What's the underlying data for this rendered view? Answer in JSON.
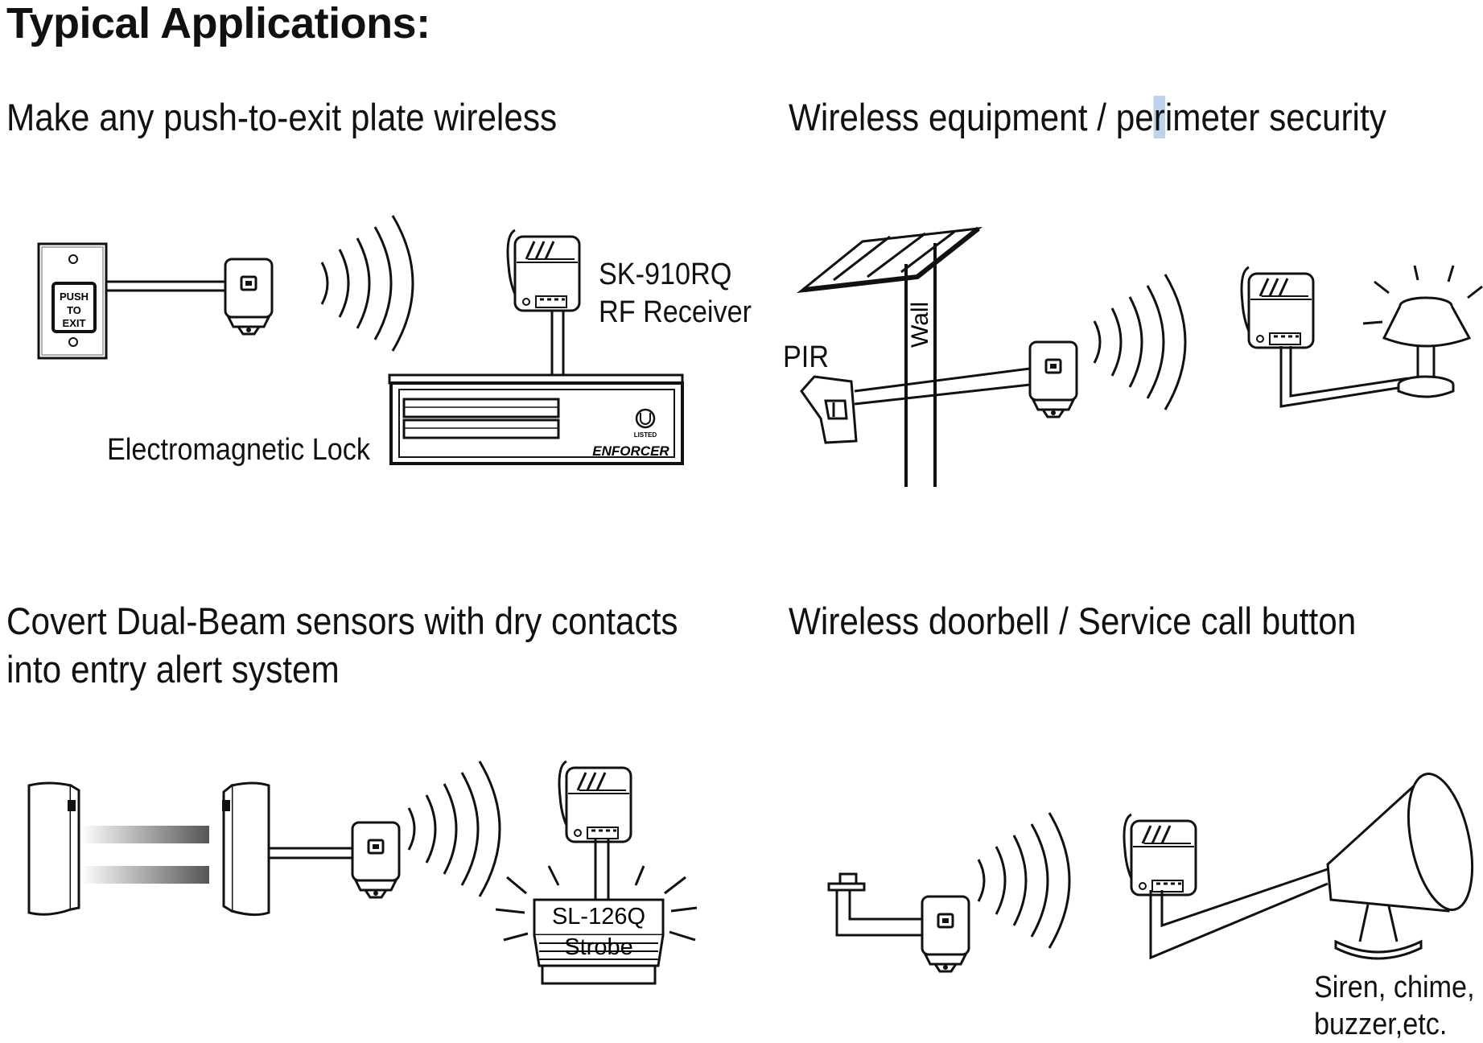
{
  "page_title": "Typical Applications:",
  "sections": [
    {
      "title": "Make any push-to-exit plate wireless",
      "labels": {
        "receiver_model": "SK-910RQ",
        "receiver_name": "RF Receiver",
        "lock": "Electromagnetic Lock",
        "plate_line1": "PUSH",
        "plate_line2": "TO",
        "plate_line3": "EXIT",
        "lock_brand": "ENFORCER",
        "listed_mark": "LISTED"
      }
    },
    {
      "title_parts": [
        "Wireless equipment / pe",
        "r",
        "imeter security"
      ],
      "labels": {
        "sensor": "PIR",
        "wall": "Wall"
      }
    },
    {
      "title_lines": [
        "Covert Dual-Beam sensors with dry contacts",
        "into entry alert system"
      ],
      "labels": {
        "strobe_model": "SL-126Q",
        "strobe_name": "Strobe"
      }
    },
    {
      "title": "Wireless doorbell / Service call button",
      "labels": {
        "siren_line1": "Siren, chime,",
        "siren_line2": "buzzer,etc."
      }
    }
  ],
  "icons": [
    "push-to-exit-plate-icon",
    "rf-transmitter-icon",
    "wireless-signal-icon",
    "rf-receiver-icon",
    "electromagnetic-lock-icon",
    "pir-sensor-icon",
    "lamp-icon",
    "beam-sensor-icon",
    "strobe-icon",
    "doorbell-button-icon",
    "siren-horn-icon"
  ],
  "colors": {
    "ink": "#111111",
    "text_highlight": "#bcd3ea",
    "beam_gradient": "#555555"
  }
}
